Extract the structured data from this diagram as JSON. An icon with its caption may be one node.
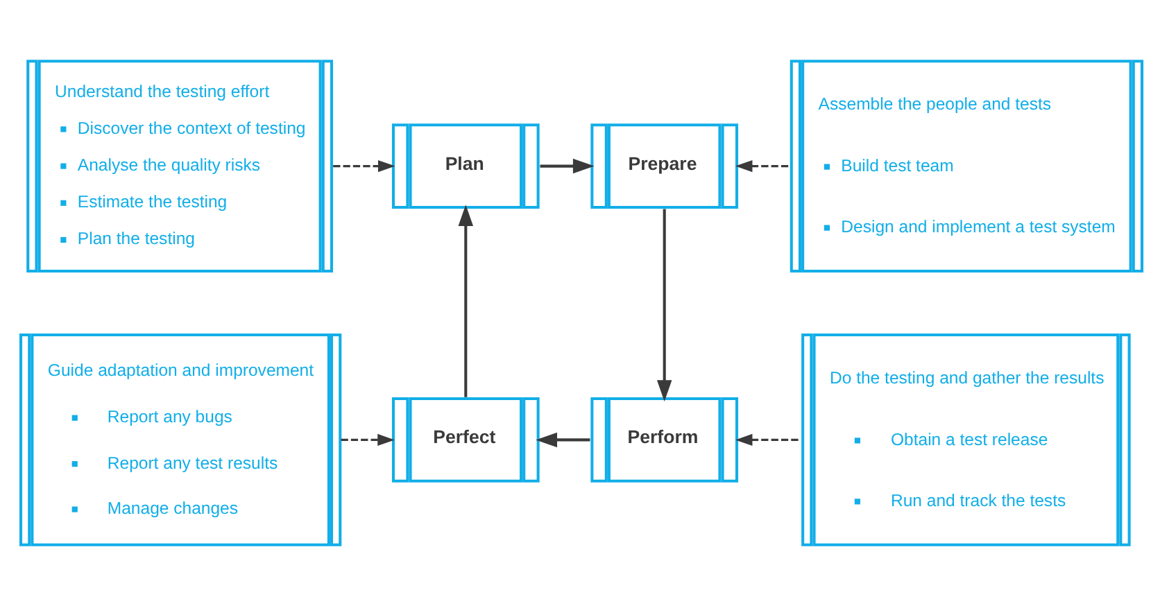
{
  "diagram": {
    "nodes": [
      {
        "text": [
          "Understand the testing effort",
          "Discover the context of testing",
          "Analyse the quality risks",
          "Estimate the testing",
          "Plan the testing"
        ]
      },
      {
        "text": [
          "Plan"
        ]
      },
      {
        "text": [
          "Prepare"
        ]
      },
      {
        "text": [
          "Assemble the people and tests",
          "Build test team",
          "Design and implement a test system"
        ]
      },
      {
        "text": [
          "Guide adaptation and improvement",
          "Report any bugs",
          "Report any test results",
          "Manage changes"
        ]
      },
      {
        "text": [
          "Perfect"
        ]
      },
      {
        "text": [
          "Perform"
        ]
      },
      {
        "text": [
          "Do the testing and gather the results",
          "Obtain a test release",
          "Run and track the tests"
        ]
      }
    ],
    "edges": [
      {
        "from": 1,
        "to": 2,
        "arrow": "to"
      },
      {
        "from": 2,
        "to": 6,
        "arrow": "to"
      },
      {
        "from": 6,
        "to": 5,
        "arrow": "to"
      },
      {
        "from": 5,
        "to": 1,
        "arrow": "to"
      },
      {
        "from": 0,
        "to": 1,
        "arrow": "to",
        "style": "dashed"
      },
      {
        "from": 3,
        "to": 2,
        "arrow": "to",
        "style": "dashed"
      },
      {
        "from": 4,
        "to": 5,
        "arrow": "to",
        "style": "dashed"
      },
      {
        "from": 7,
        "to": 6,
        "arrow": "to",
        "style": "dashed"
      }
    ]
  }
}
